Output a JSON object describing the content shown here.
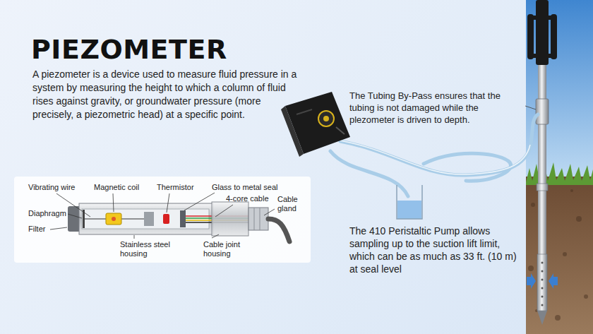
{
  "diagram": {
    "title": "PIEZOMETER",
    "labels": [
      "A piezometer is a device used to measure fluid pressure in a system by measuring the height to which a column of fluid rises against gravity, or groundwater pressure (more precisely, a piezometric head) at a specific point.",
      "Vibrating wire",
      "Magnetic coil",
      "Thermistor",
      "Glass to metal seal",
      "4-core cable",
      "Cable gland",
      "Diaphragm",
      "Filter",
      "Stainless steel housing",
      "Cable joint housing",
      "The Tubing By-Pass ensures that the tubing is not damaged while the plezometer is driven to depth.",
      "The 410 Peristaltic Pump allows sampling up to the suction lift limit, which can be as much as 33 ft. (10 m) at seal level"
    ]
  }
}
